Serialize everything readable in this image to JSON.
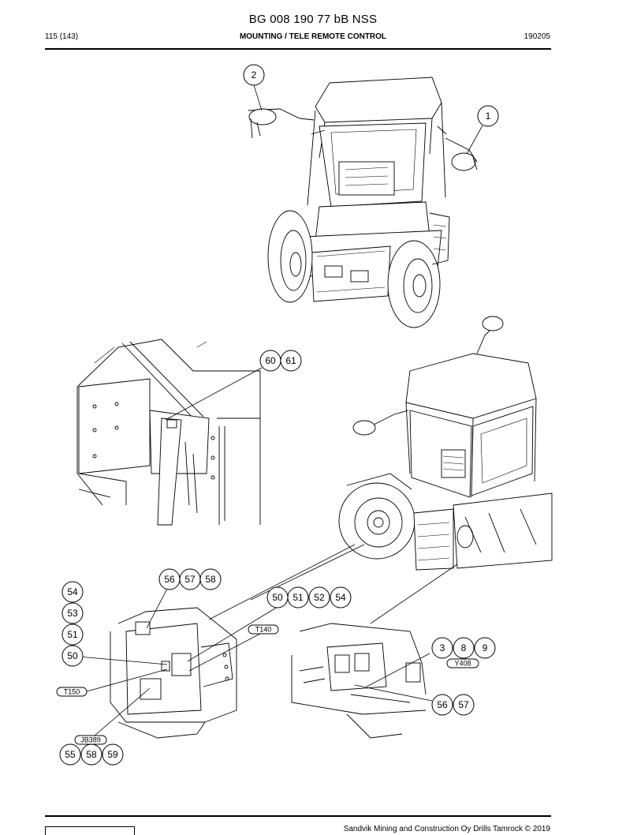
{
  "header": {
    "doc_number": "BG 008 190 77 bB NSS",
    "page": "115 (143)",
    "section_title": "MOUNTING / TELE REMOTE CONTROL",
    "date_code": "190205"
  },
  "footer": {
    "copyright": "Sandvik Mining and Construction Oy Drills Tamrock © 2019"
  },
  "callouts": {
    "c1": "1",
    "c2": "2",
    "c60": "60",
    "c61": "61",
    "c56a": "56",
    "c57a": "57",
    "c58a": "58",
    "c54a": "54",
    "c53": "53",
    "c51a": "51",
    "c50a": "50",
    "c50b": "50",
    "c51b": "51",
    "c52": "52",
    "c54b": "54",
    "c3": "3",
    "c8": "8",
    "c9": "9",
    "c56b": "56",
    "c57b": "57",
    "c55": "55",
    "c58b": "58",
    "c59": "59"
  },
  "tags": {
    "t140": "T140",
    "t150": "T150",
    "y408": "Y408",
    "jb389": "JB389"
  }
}
